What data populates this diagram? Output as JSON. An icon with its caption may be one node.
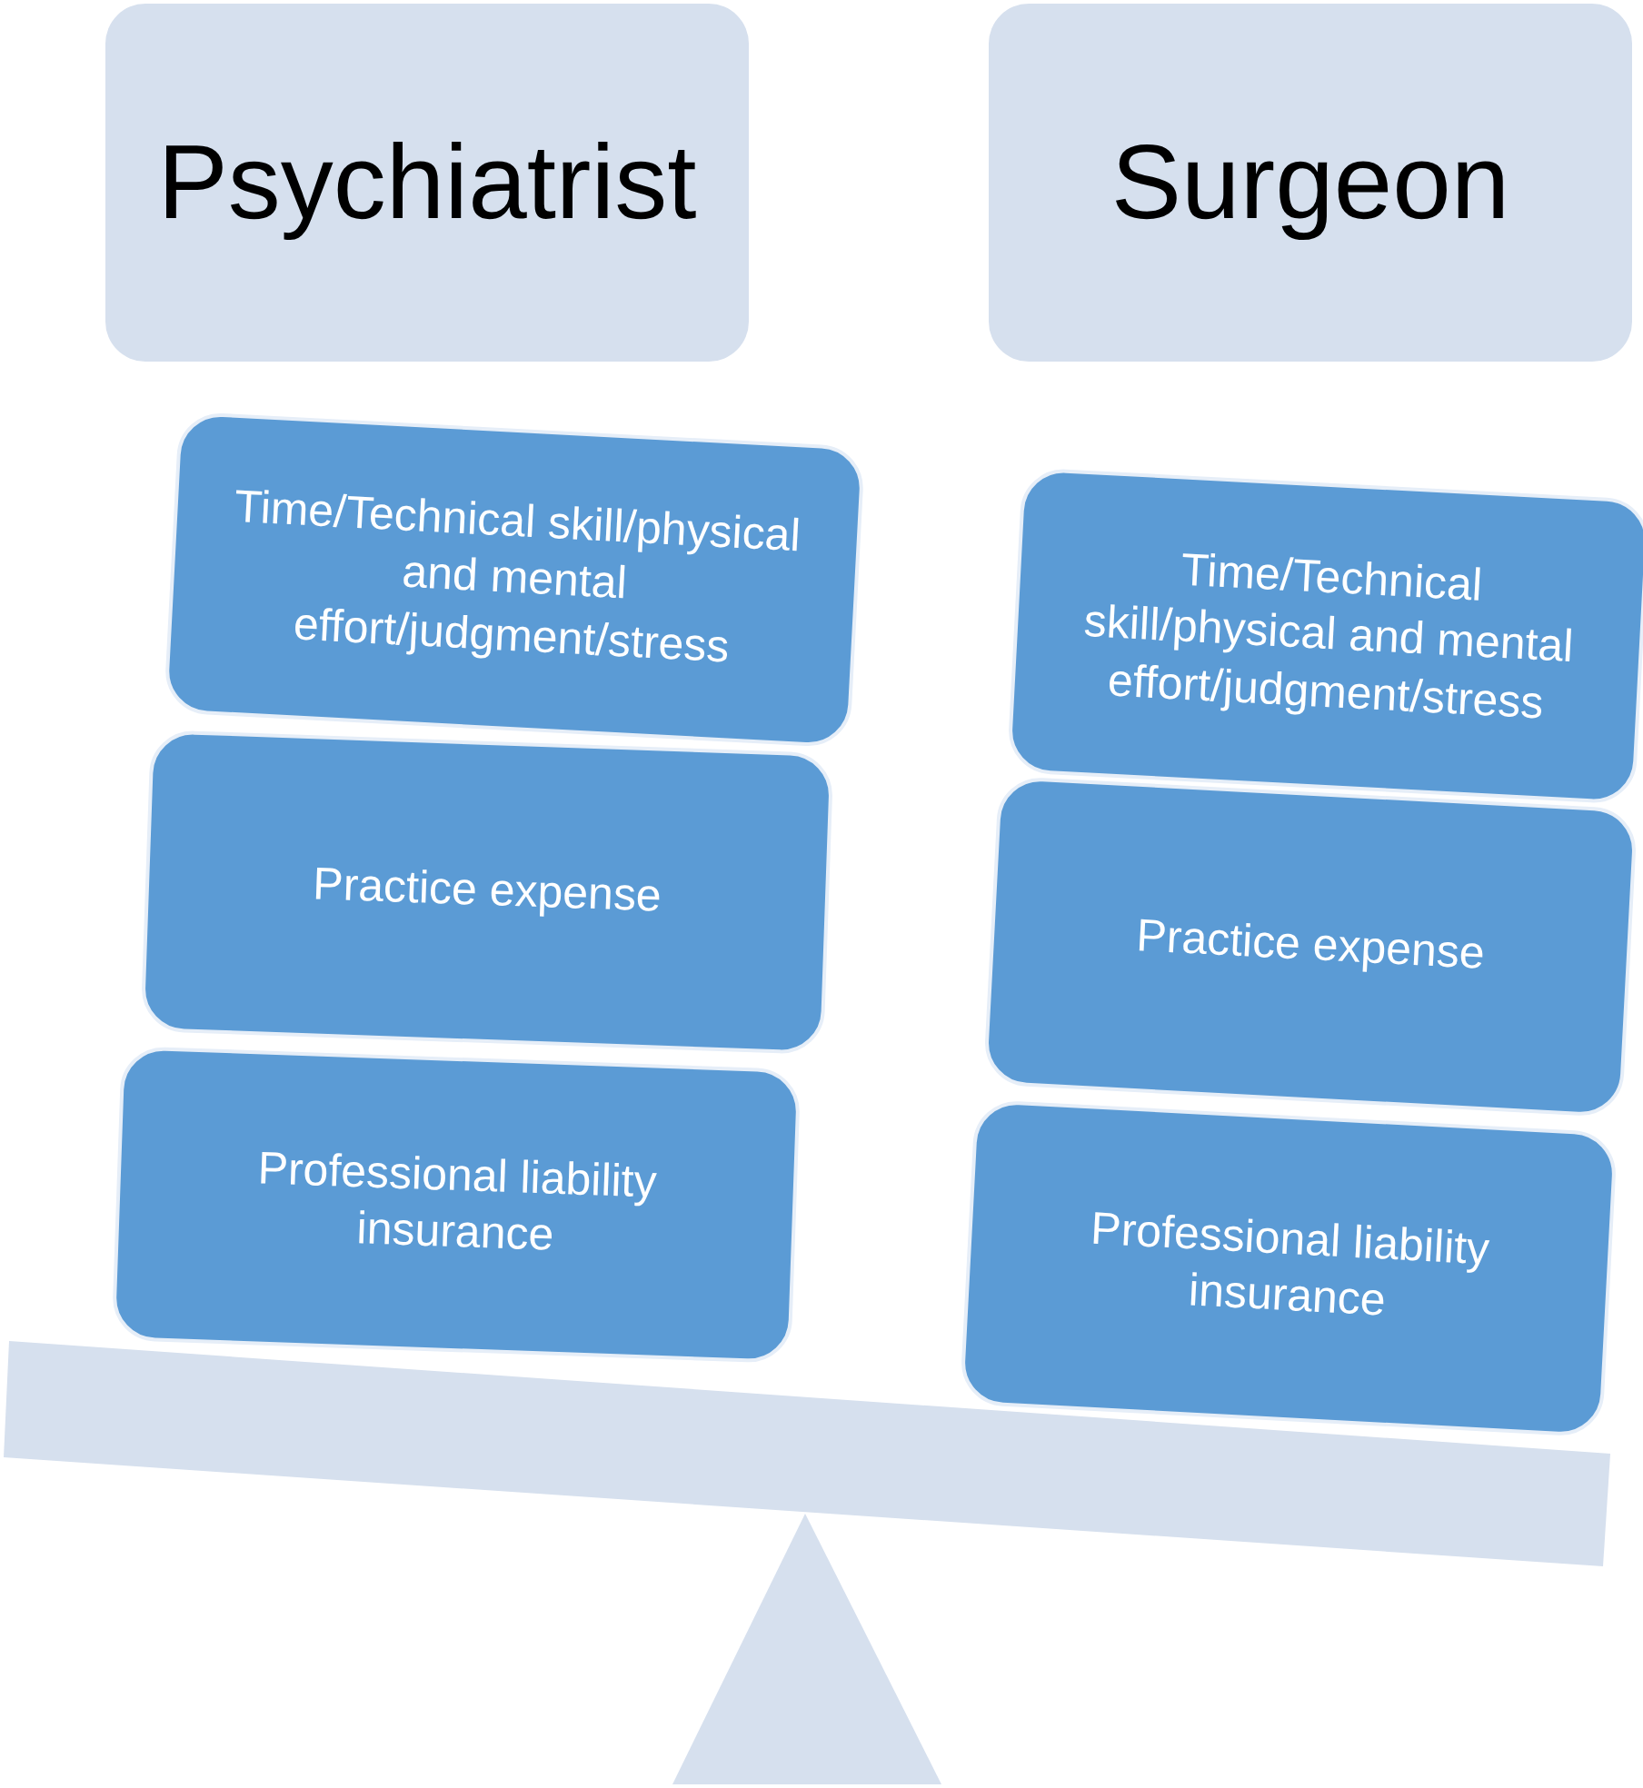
{
  "diagram": {
    "nodes": [
      {
        "text": [
          "Psychiatrist"
        ]
      },
      {
        "text": [
          "Surgeon"
        ]
      },
      {
        "text": [
          "Time/Technical skill/physical and mental effort/judgment/stress"
        ]
      },
      {
        "text": [
          "Practice expense"
        ]
      },
      {
        "text": [
          "Professional liability insurance"
        ]
      },
      {
        "text": [
          "Time/Technical skill/physical and mental effort/judgment/stress"
        ]
      },
      {
        "text": [
          "Practice expense"
        ]
      },
      {
        "text": [
          "Professional liability insurance"
        ]
      }
    ]
  }
}
